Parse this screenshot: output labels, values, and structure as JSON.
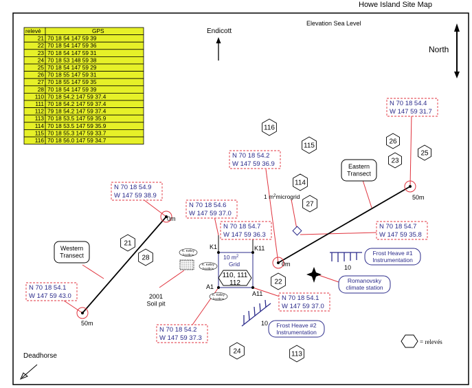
{
  "title": "Howe Island Site Map",
  "elevation_note": "Elevation Sea Level",
  "north_label": "North",
  "directions": {
    "endicott": "Endicott",
    "deadhorse": "Deadhorse"
  },
  "table": {
    "headers": [
      "relevé",
      "GPS"
    ],
    "rows": [
      {
        "id": "21",
        "gps": "70 18 54  147 59 39"
      },
      {
        "id": "22",
        "gps": "70 18 54  147 59 36"
      },
      {
        "id": "23",
        "gps": "70 18 54  147 59 31"
      },
      {
        "id": "24",
        "gps": "70 18 53  148 59 38"
      },
      {
        "id": "25",
        "gps": "70 18 54  147 59 29"
      },
      {
        "id": "26",
        "gps": "70 18 55  147 59 31"
      },
      {
        "id": "27",
        "gps": "70 18 55  147 59 35"
      },
      {
        "id": "28",
        "gps": "70 18 54  147 59 39"
      },
      {
        "id": "110",
        "gps": "70 18 54.2 147 59 37.4"
      },
      {
        "id": "111",
        "gps": "70 18 54.2 147 59 37.4"
      },
      {
        "id": "112",
        "gps": "79 18 54.2 147 59 37.4"
      },
      {
        "id": "113",
        "gps": "70 18 53.5 147 59 35.9"
      },
      {
        "id": "114",
        "gps": "70 18 53.5 147 59 35.9"
      },
      {
        "id": "115",
        "gps": "70 18 55.3 147 59 33.7"
      },
      {
        "id": "116",
        "gps": "70 18 56.0 147 59 34.7"
      }
    ],
    "highlight_color": "#e6f028"
  },
  "gps_boxes": [
    {
      "id": "w-transect-0m",
      "n": "N 70 18 54.9",
      "w": "W 147 59 38.9"
    },
    {
      "id": "w-transect-50m",
      "n": "N 70 18 54.1",
      "w": "W 147 59 43.0"
    },
    {
      "id": "k1",
      "n": "N 70 18 54.6",
      "w": "W 147 59 37.0"
    },
    {
      "id": "k11",
      "n": "N 70 18 54.7",
      "w": "W 147 59 36.3"
    },
    {
      "id": "a1",
      "n": "N 70 18 54.2",
      "w": "W 147 59 37.3"
    },
    {
      "id": "a11",
      "n": "N 70 18 54.1",
      "w": "W 147 59 37.0"
    },
    {
      "id": "e-transect-0m",
      "n": "N 70 18 54.2",
      "w": "W 147 59 36.9"
    },
    {
      "id": "e-transect-50m",
      "n": "N 70 18 54.4",
      "w": "W 147 59 31.7"
    },
    {
      "id": "microgrid",
      "n": "N 70 18 54.7",
      "w": "W 147 59 35.8"
    }
  ],
  "hexagons": [
    "116",
    "115",
    "114",
    "27",
    "26",
    "23",
    "25",
    "21",
    "28",
    "22",
    "24",
    "113",
    "110, 111\n112"
  ],
  "transects": {
    "western": "Western\nTransect",
    "eastern": "Eastern\nTransect",
    "start": "0m",
    "end": "50m"
  },
  "grid": {
    "label": "10 m",
    "label_sup": "2",
    "label2": "Grid",
    "corners": {
      "k1": "K1",
      "k11": "K11",
      "a1": "A1",
      "a11": "A11"
    }
  },
  "microgrid": {
    "prefix": "1 m",
    "sup": "2",
    "suffix": "microgrid"
  },
  "soil_pit": "2001\nSoil pit",
  "boot_label": "K. Kelley\nbootbox",
  "frost_heave_1": "Frost Heave #1\nInstrumentation",
  "frost_heave_2": "Frost Heave #2\nInstrumentation",
  "frost_count": "10",
  "climate_station": "Romanovsky\nclimate station",
  "legend": "= relevés",
  "colors": {
    "gps_text": "#2a2a8a",
    "callout": "#e0323c",
    "dash_box": "#e0323c",
    "line": "#000000"
  }
}
